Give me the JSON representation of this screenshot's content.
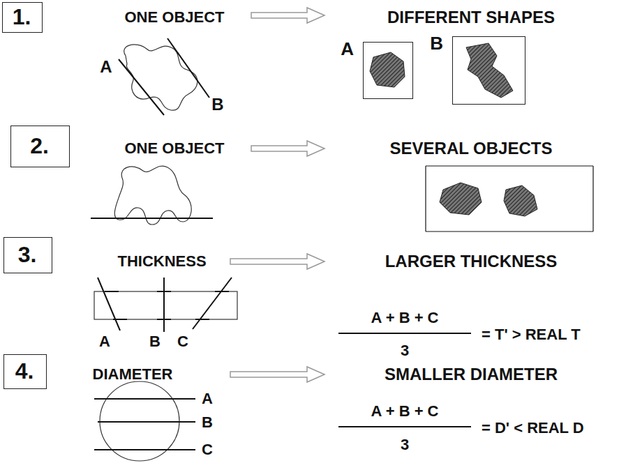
{
  "diagram": {
    "nodes": [
      {
        "text": [
          "1."
        ]
      },
      {
        "text": [
          "A"
        ]
      },
      {
        "text": [
          "B"
        ]
      },
      {
        "text": [
          "2."
        ]
      },
      {
        "text": [
          "3."
        ]
      },
      {
        "text": [
          "4."
        ]
      }
    ],
    "labels": [
      "ONE OBJECT",
      "DIFFERENT SHAPES",
      "A",
      "B",
      "ONE OBJECT",
      "SEVERAL OBJECTS",
      "THICKNESS",
      "LARGER THICKNESS",
      "A",
      "B",
      "C",
      "A + B + C",
      "3",
      "= T' > REAL T",
      "DIAMETER",
      "SMALLER DIAMETER",
      "A",
      "B",
      "C",
      "A + B + C",
      "3",
      "= D' < REAL D"
    ]
  }
}
